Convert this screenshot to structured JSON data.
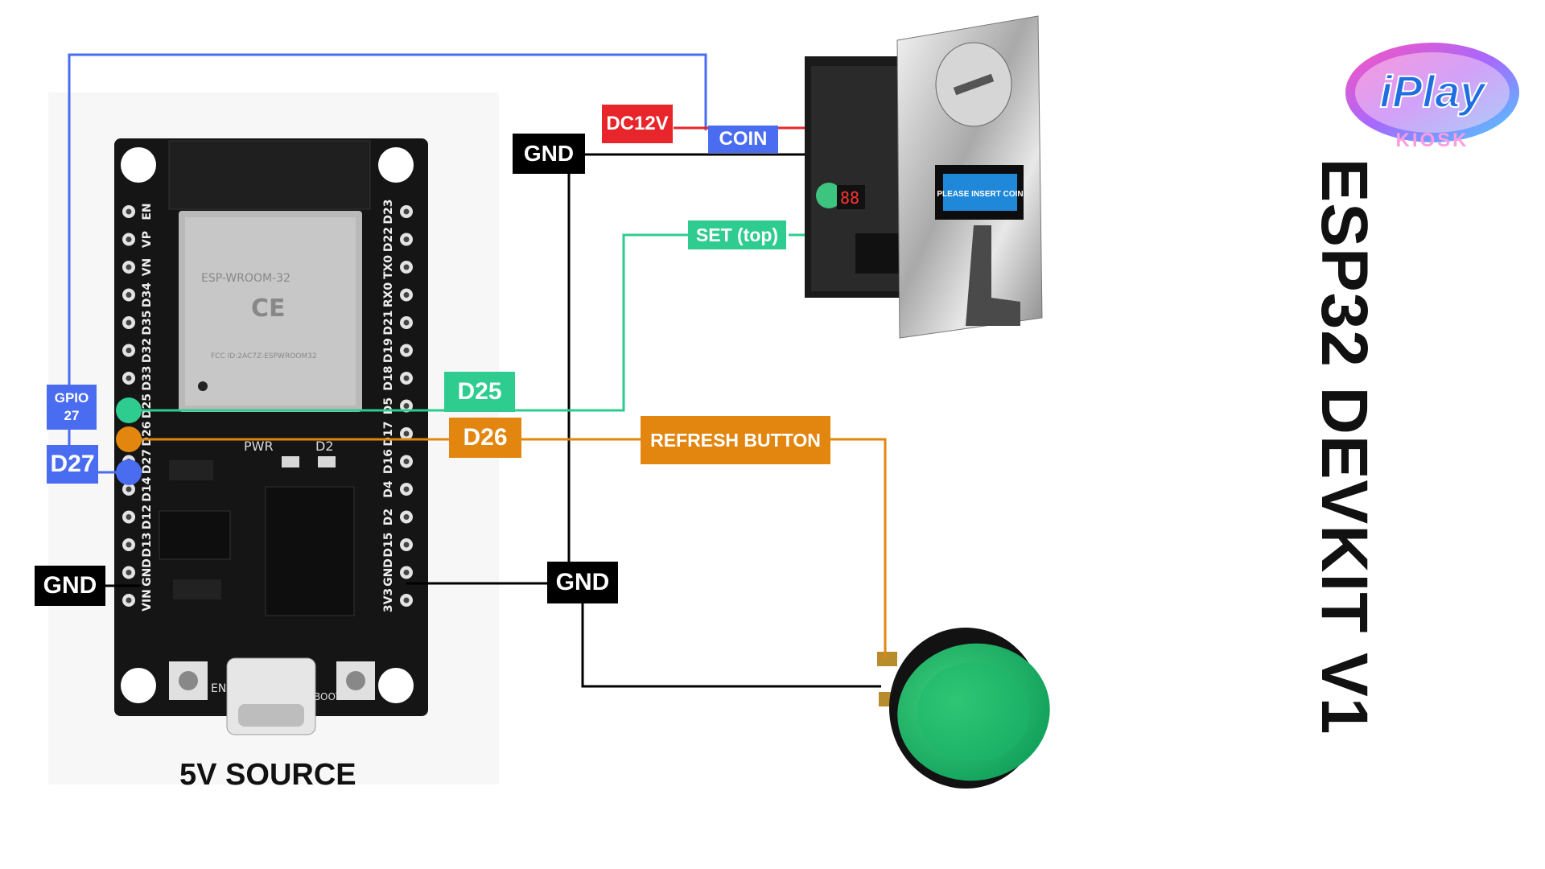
{
  "title": "ESP32 DEVKIT V1",
  "caption": "5V SOURCE",
  "logo": {
    "main": "iPlay",
    "sub": "KIOSK"
  },
  "labels": {
    "dc12v": "DC12V",
    "coin": "COIN",
    "gnd_top": "GND",
    "set_top": "SET (top)",
    "d25": "D25",
    "d26": "D26",
    "refresh": "REFRESH BUTTON",
    "gpio27_line1": "GPIO",
    "gpio27_line2": "27",
    "d27": "D27",
    "gnd_left": "GND",
    "gnd_mid": "GND"
  },
  "board": {
    "module_brand": "ESP-WROOM-32",
    "module_fcc": "FCC ID:2AC7Z-ESPWROOM32",
    "led_pwr": "PWR",
    "led_d2": "D2",
    "btn_en": "EN",
    "btn_boot": "BOOT",
    "left_pins": [
      "EN",
      "VP",
      "VN",
      "D34",
      "D35",
      "D32",
      "D33",
      "D25",
      "D26",
      "D27",
      "D14",
      "D12",
      "D13",
      "GND",
      "VIN"
    ],
    "right_pins": [
      "D23",
      "D22",
      "TX0",
      "RX0",
      "D21",
      "D19",
      "D18",
      "D5",
      "D17",
      "D16",
      "D4",
      "D2",
      "D15",
      "GND",
      "3V3"
    ]
  },
  "coin_acceptor": {
    "slot_text": "PLEASE INSERT COIN"
  },
  "colors": {
    "blue_wire": "#4a6cf0",
    "green_wire": "#2ecc8f",
    "orange_wire": "#e2860f",
    "red_wire": "#e8252a",
    "black_wire": "#000000"
  }
}
